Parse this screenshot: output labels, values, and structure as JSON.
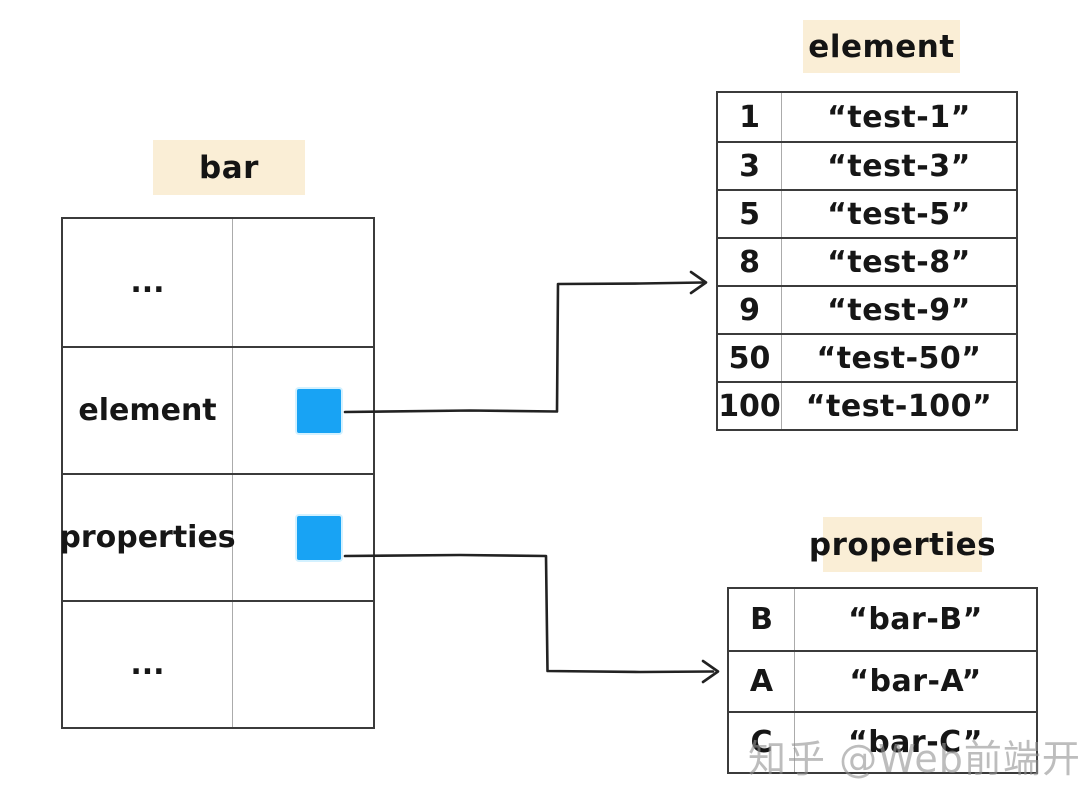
{
  "colors": {
    "pointer_blue": "#18a3f4",
    "label_bg": "#faeed6",
    "border_dark": "#3b3b3b",
    "divider_gray": "#ababab",
    "watermark_gray": "#949494"
  },
  "bar_object": {
    "title": "bar",
    "rows": [
      {
        "label": "...",
        "has_pointer": false
      },
      {
        "label": "element",
        "has_pointer": true
      },
      {
        "label": "properties",
        "has_pointer": true
      },
      {
        "label": "...",
        "has_pointer": false
      }
    ]
  },
  "element_table": {
    "title": "element",
    "rows": [
      {
        "key": "1",
        "value": "“test-1”"
      },
      {
        "key": "3",
        "value": "“test-3”"
      },
      {
        "key": "5",
        "value": "“test-5”"
      },
      {
        "key": "8",
        "value": "“test-8”"
      },
      {
        "key": "9",
        "value": "“test-9”"
      },
      {
        "key": "50",
        "value": "“test-50”"
      },
      {
        "key": "100",
        "value": "“test-100”"
      }
    ]
  },
  "properties_table": {
    "title": "properties",
    "rows": [
      {
        "key": "B",
        "value": "“bar-B”"
      },
      {
        "key": "A",
        "value": "“bar-A”"
      },
      {
        "key": "C",
        "value": "“bar-C”"
      }
    ]
  },
  "watermark": "知乎 @Web前端开发"
}
